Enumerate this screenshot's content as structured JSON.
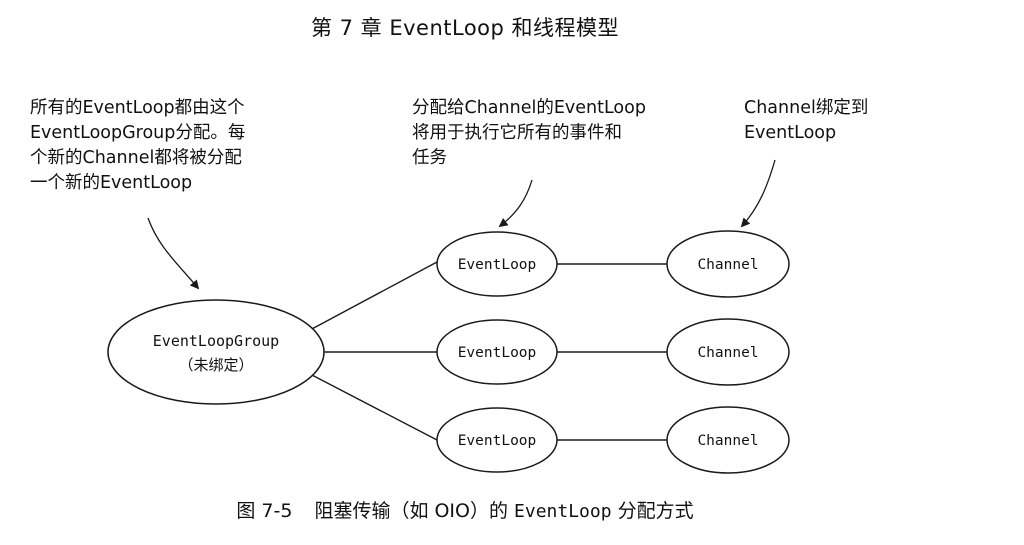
{
  "header": {
    "title": "第 7 章    EventLoop 和线程模型"
  },
  "annotations": [
    {
      "lines": [
        "所有的EventLoop都由这个",
        "EventLoopGroup分配。每",
        "个新的Channel都将被分配",
        "一个新的EventLoop"
      ]
    },
    {
      "lines": [
        "分配给Channel的EventLoop",
        "将用于执行它所有的事件和",
        "任务"
      ]
    },
    {
      "lines": [
        "Channel绑定到",
        "EventLoop"
      ]
    }
  ],
  "diagram": {
    "group": {
      "label": "EventLoopGroup",
      "sublabel": "（未绑定）"
    },
    "rows": [
      {
        "event_loop": "EventLoop",
        "channel": "Channel"
      },
      {
        "event_loop": "EventLoop",
        "channel": "Channel"
      },
      {
        "event_loop": "EventLoop",
        "channel": "Channel"
      }
    ]
  },
  "caption": {
    "number": "图 7-5",
    "text_before": "阻塞传输（如 OIO）的 ",
    "code": "EventLoop",
    "text_after": " 分配方式"
  },
  "colors": {
    "stroke": "#1a1a1a",
    "text": "#111111"
  }
}
